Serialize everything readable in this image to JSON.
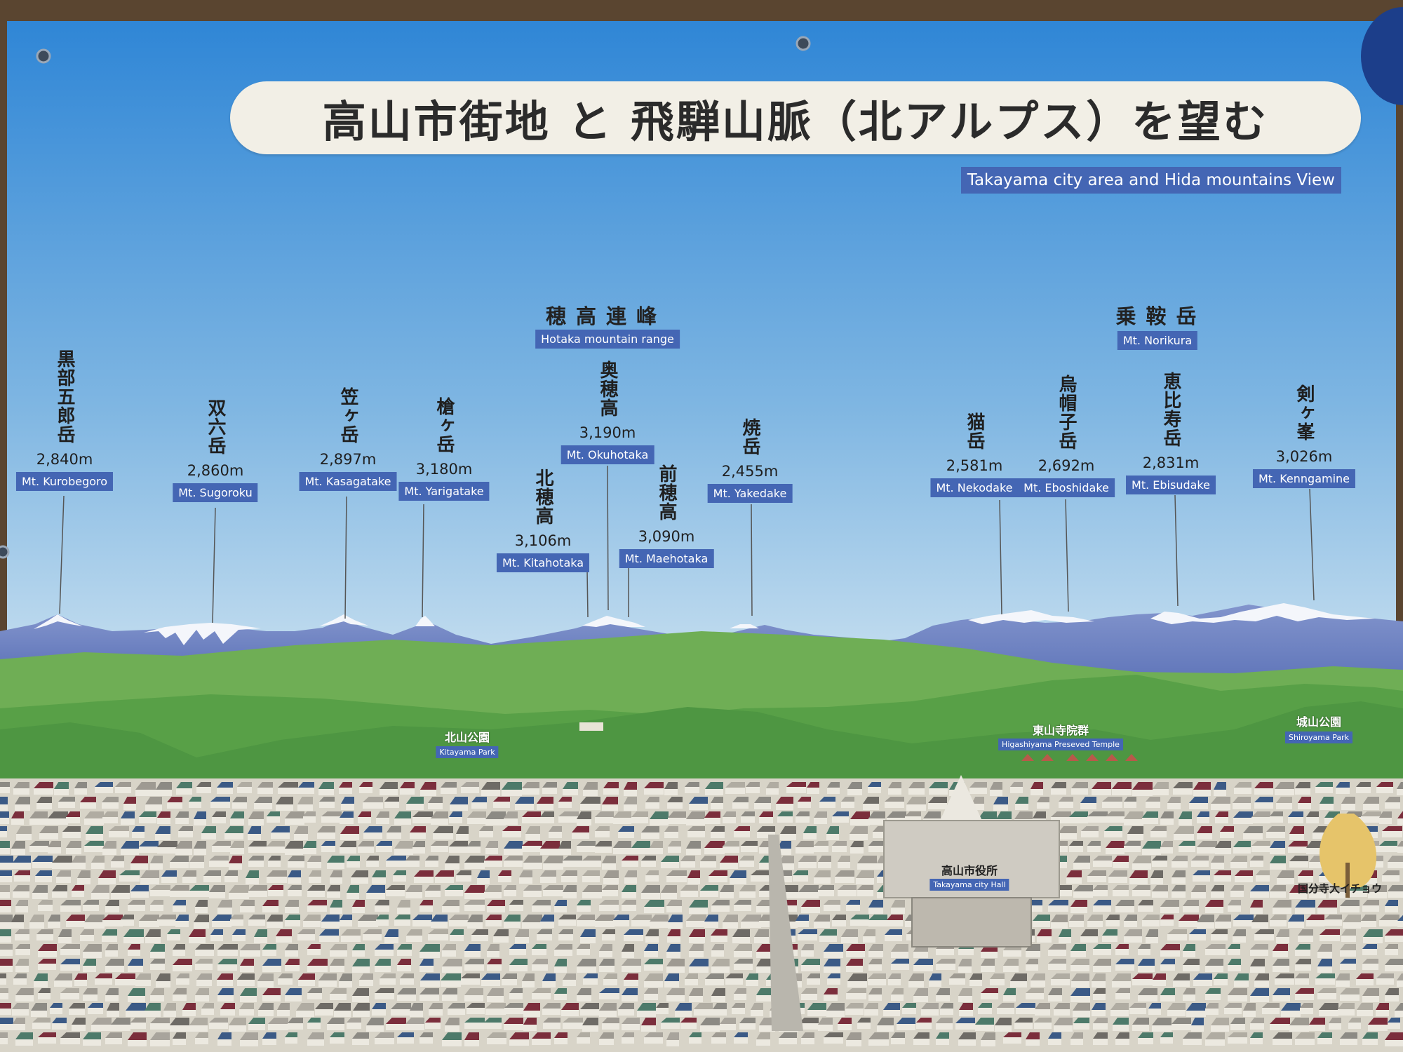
{
  "title": "高山市街地 と 飛騨山脈（北アルプス）を望む",
  "subtitle": "Takayama city area and Hida mountains View",
  "ranges": [
    {
      "ja": "穂高連峰",
      "en": "Hotaka mountain range"
    },
    {
      "ja": "乗鞍岳",
      "en": "Mt. Norikura"
    }
  ],
  "peaks": [
    {
      "ja": "黒部五郎岳",
      "elev": "2,840m",
      "en": "Mt. Kurobegoro"
    },
    {
      "ja": "双六岳",
      "elev": "2,860m",
      "en": "Mt. Sugoroku"
    },
    {
      "ja": "笠ヶ岳",
      "elev": "2,897m",
      "en": "Mt. Kasagatake"
    },
    {
      "ja": "槍ヶ岳",
      "elev": "3,180m",
      "en": "Mt. Yarigatake"
    },
    {
      "ja": "北穂高",
      "elev": "3,106m",
      "en": "Mt. Kitahotaka"
    },
    {
      "ja": "奥穂高",
      "elev": "3,190m",
      "en": "Mt. Okuhotaka"
    },
    {
      "ja": "前穂高",
      "elev": "3,090m",
      "en": "Mt. Maehotaka"
    },
    {
      "ja": "焼岳",
      "elev": "2,455m",
      "en": "Mt. Yakedake"
    },
    {
      "ja": "猫岳",
      "elev": "2,581m",
      "en": "Mt. Nekodake"
    },
    {
      "ja": "烏帽子岳",
      "elev": "2,692m",
      "en": "Mt. Eboshidake"
    },
    {
      "ja": "恵比寿岳",
      "elev": "2,831m",
      "en": "Mt. Ebisudake"
    },
    {
      "ja": "剣ヶ峯",
      "elev": "3,026m",
      "en": "Mt. Kenngamine"
    }
  ],
  "places": [
    {
      "ja": "北山公園",
      "en": "Kitayama Park"
    },
    {
      "ja": "東山寺院群",
      "en": "Higashiyama Preseved Temple"
    },
    {
      "ja": "城山公園",
      "en": "Shiroyama Park"
    },
    {
      "ja": "高山市役所",
      "en": "Takayama city Hall"
    },
    {
      "ja": "国分寺大イチョウ"
    }
  ],
  "colors": {
    "sky_top": "#2f86d6",
    "sky_bottom": "#c7dff0",
    "label_bg": "#4466b4",
    "mountain_blue": "#6f86c4",
    "hill_green": "#5ca24a",
    "town": "#d6d2c6"
  }
}
